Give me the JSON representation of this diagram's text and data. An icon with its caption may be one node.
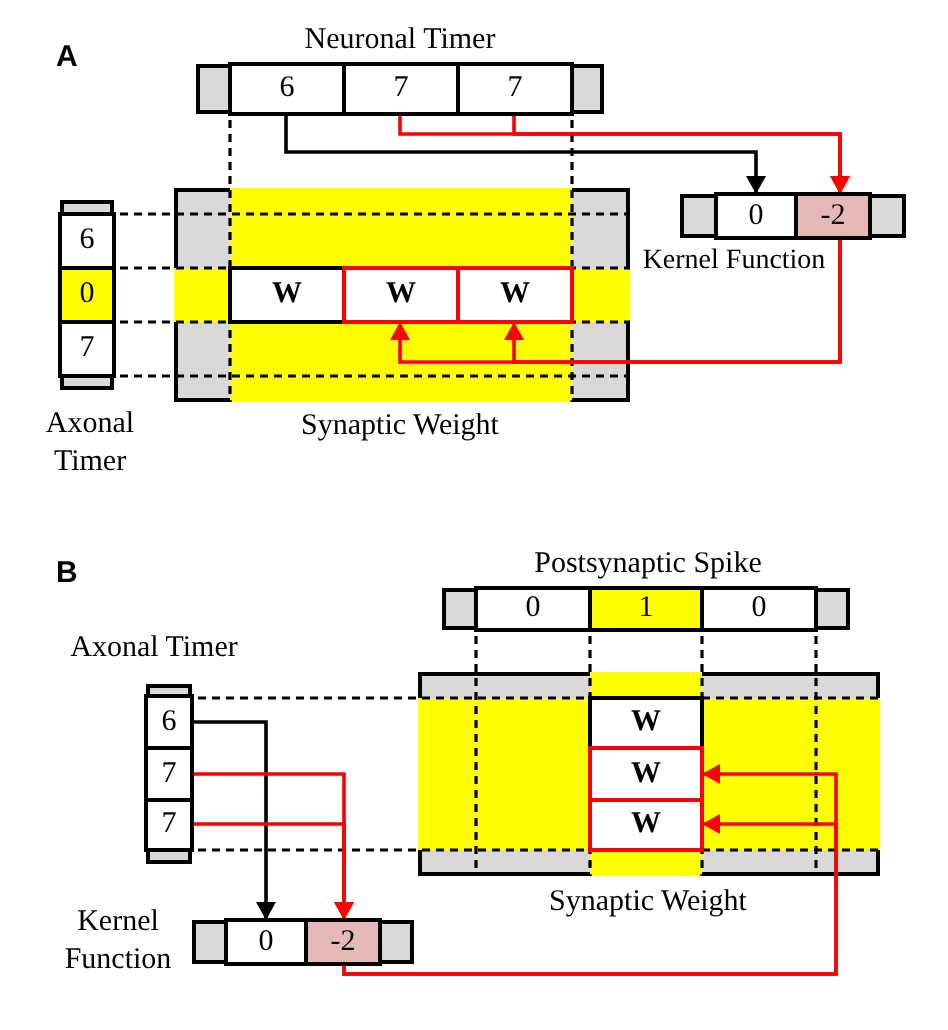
{
  "diagram": {
    "nodes": [
      {
        "text": [
          "Neuronal Timer"
        ]
      },
      {
        "text": [
          "6"
        ],
        "in": 0
      },
      {
        "text": [
          "7"
        ],
        "in": 0
      },
      {
        "text": [
          "7"
        ],
        "in": 0
      },
      {
        "text": [
          "Axonal Timer"
        ]
      },
      {
        "text": [
          "6"
        ],
        "in": 4
      },
      {
        "text": [
          "0"
        ],
        "in": 4
      },
      {
        "text": [
          "7"
        ],
        "in": 4
      },
      {
        "text": [
          "Synaptic Weight"
        ]
      },
      {
        "text": [
          "W"
        ],
        "in": 8
      },
      {
        "text": [
          "W"
        ],
        "in": 8
      },
      {
        "text": [
          "W"
        ],
        "in": 8
      },
      {
        "text": [
          "Kernel Function"
        ]
      },
      {
        "text": [
          "0"
        ],
        "in": 12
      },
      {
        "text": [
          "-2"
        ],
        "in": 12
      },
      {
        "text": [
          "Postsynaptic Spike"
        ]
      },
      {
        "text": [
          "0"
        ],
        "in": 15
      },
      {
        "text": [
          "1"
        ],
        "in": 15
      },
      {
        "text": [
          "0"
        ],
        "in": 15
      },
      {
        "text": [
          "Axonal Timer"
        ]
      },
      {
        "text": [
          "6"
        ],
        "in": 19
      },
      {
        "text": [
          "7"
        ],
        "in": 19
      },
      {
        "text": [
          "7"
        ],
        "in": 19
      },
      {
        "text": [
          "Synaptic Weight"
        ]
      },
      {
        "text": [
          "W"
        ],
        "in": 23
      },
      {
        "text": [
          "W"
        ],
        "in": 23
      },
      {
        "text": [
          "W"
        ],
        "in": 23
      },
      {
        "text": [
          "Kernel Function"
        ]
      },
      {
        "text": [
          "0"
        ],
        "in": 27
      },
      {
        "text": [
          "-2"
        ],
        "in": 27
      }
    ],
    "edges": [
      {
        "from": 1,
        "to": 13,
        "arrow": "to",
        "color": "#000000"
      },
      {
        "from": 2,
        "to": 14,
        "arrow": "to"
      },
      {
        "from": 3,
        "to": 14,
        "arrow": "to"
      },
      {
        "from": 14,
        "to": 10,
        "arrow": "to"
      },
      {
        "from": 14,
        "to": 11,
        "arrow": "to"
      },
      {
        "from": 20,
        "to": 28,
        "arrow": "to",
        "color": "#000000"
      },
      {
        "from": 21,
        "to": 29,
        "arrow": "to"
      },
      {
        "from": 22,
        "to": 29,
        "arrow": "to"
      },
      {
        "from": 29,
        "to": 25,
        "arrow": "to"
      },
      {
        "from": 29,
        "to": 26,
        "arrow": "to"
      }
    ],
    "labels": [
      "A",
      "B"
    ]
  }
}
